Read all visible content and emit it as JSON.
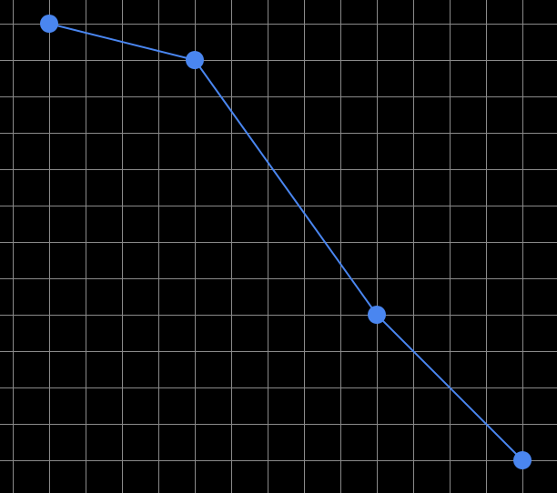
{
  "chart_data": {
    "type": "line",
    "grid": true,
    "title": "",
    "xlabel": "",
    "ylabel": "",
    "xlim": [
      -1.35,
      13.95
    ],
    "ylim": [
      -0.9,
      12.65
    ],
    "series": [
      {
        "color": "#4a86f0",
        "points": [
          {
            "x": 0,
            "y": 12
          },
          {
            "x": 4,
            "y": 11
          },
          {
            "x": 9,
            "y": 4
          },
          {
            "x": 13,
            "y": 0
          }
        ]
      }
    ],
    "colors": {
      "background": "#000000",
      "grid": "#8a8a8a",
      "line": "#4a86f0",
      "marker": "#4a86f0"
    }
  }
}
